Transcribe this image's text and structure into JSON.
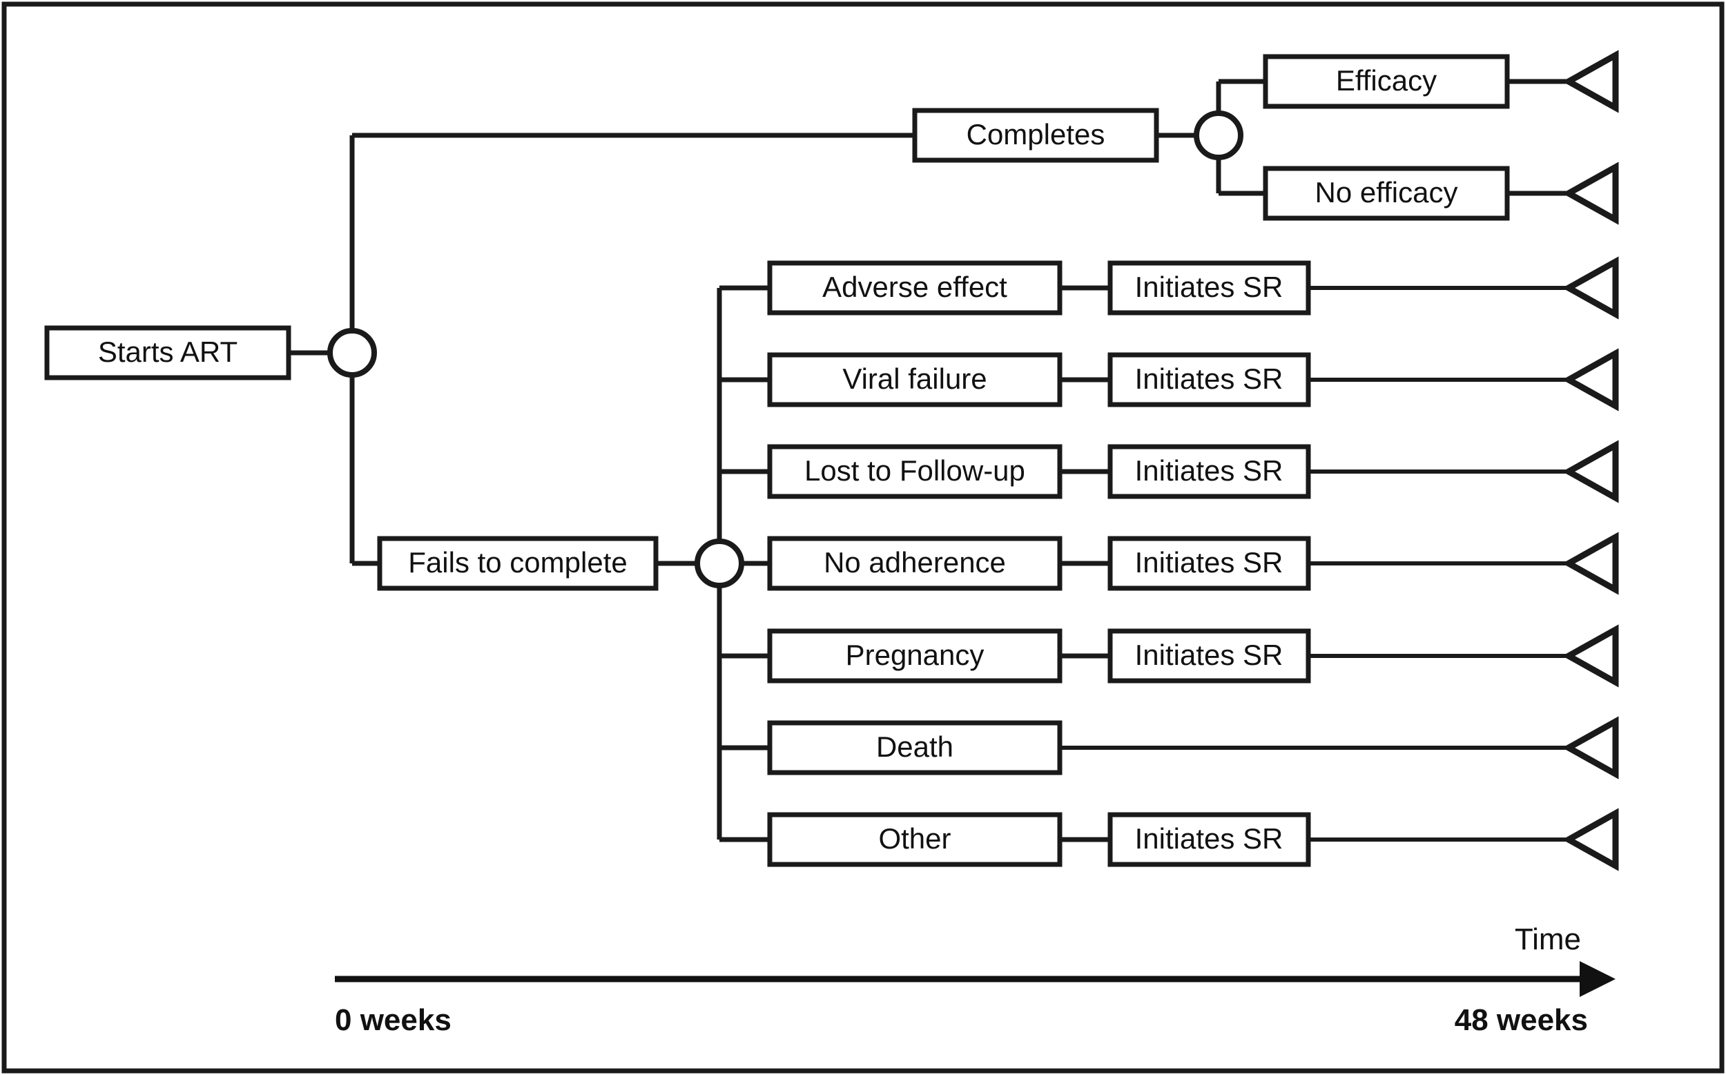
{
  "figure": {
    "type": "decision-tree",
    "title_visible": false,
    "colors": {
      "stroke": "#1a1a1a",
      "box_fill": "#ffffff",
      "background": "#ffffff",
      "text": "#111111"
    }
  },
  "nodes": {
    "root": {
      "label": "Starts ART"
    },
    "completes": {
      "label": "Completes"
    },
    "fails": {
      "label": "Fails to complete"
    },
    "efficacy": {
      "label": "Efficacy"
    },
    "no_efficacy": {
      "label": "No efficacy"
    }
  },
  "failure_reasons": [
    {
      "label": "Adverse effect",
      "followup": "Initiates SR"
    },
    {
      "label": "Viral failure",
      "followup": "Initiates SR"
    },
    {
      "label": "Lost to Follow-up",
      "followup": "Initiates SR"
    },
    {
      "label": "No adherence",
      "followup": "Initiates SR"
    },
    {
      "label": "Pregnancy",
      "followup": "Initiates SR"
    },
    {
      "label": "Death",
      "followup": null
    },
    {
      "label": "Other",
      "followup": "Initiates SR"
    }
  ],
  "axis": {
    "name": "Time",
    "start_label": "0 weeks",
    "end_label": "48 weeks"
  },
  "icons": {
    "chance_node": "chance-node-circle",
    "terminal": "terminal-triangle-marker",
    "axis_arrow": "arrow-right-icon"
  }
}
